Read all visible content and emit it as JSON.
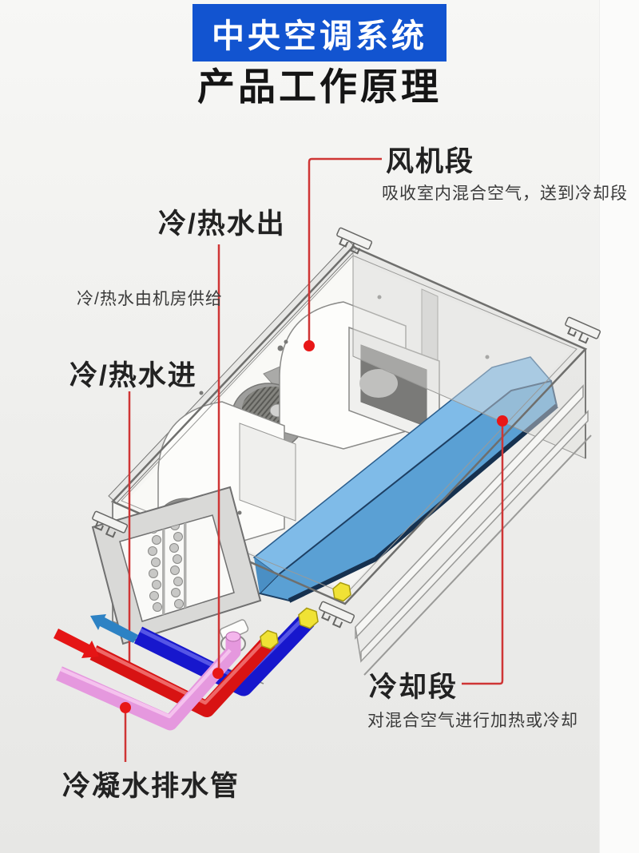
{
  "header": {
    "badge": "中央空调系统",
    "title": "产品工作原理"
  },
  "callouts": {
    "fan": {
      "title": "风机段",
      "desc": "吸收室内混合空气，送到冷却段"
    },
    "water_out": {
      "title": "冷/热水出"
    },
    "supply_note": {
      "text": "冷/热水由机房供给"
    },
    "water_in": {
      "title": "冷/热水进"
    },
    "cooling": {
      "title": "冷却段",
      "desc": "对混合空气进行加热或冷却"
    },
    "drain": {
      "title": "冷凝水排水管"
    }
  },
  "colors": {
    "badge_bg": "#1254d0",
    "badge_text": "#ffffff",
    "heading_text": "#151515",
    "label_text": "#222222",
    "desc_text": "#3a3a3a",
    "leader_line": "#cf3535",
    "marker_dot": "#e81717",
    "coil_top": "#7fbbe8",
    "coil_front": "#5aa0d4",
    "coil_edge": "#16314f",
    "coil_tip": "#4a8fc4",
    "pipe_cold": "#1717cd",
    "pipe_hot": "#d81313",
    "pipe_drain": "#e598de",
    "fitting_yellow": "#f0e235",
    "arrow_in": "#e51515",
    "arrow_out": "#2d82c4",
    "casing_outline": "#6f6f6d"
  }
}
